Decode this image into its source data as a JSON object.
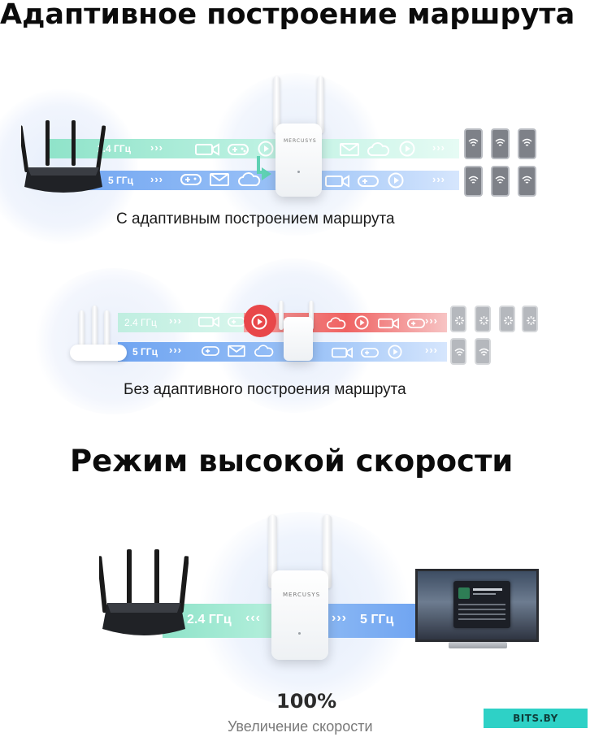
{
  "section1": {
    "title": "Адаптивное построение маршрута",
    "band_24": "2.4 ГГц",
    "band_5": "5 ГГц",
    "extender_brand": "MERCUSYS",
    "caption": "С адаптивным построением маршрута"
  },
  "section2": {
    "band_24": "2.4 ГГц",
    "band_5": "5 ГГц",
    "caption": "Без адаптивного построения маршрута"
  },
  "section3": {
    "title": "Режим высокой скорости",
    "band_24": "2.4 ГГц",
    "band_5": "5 ГГц",
    "extender_brand": "MERCUSYS",
    "percent": "100%",
    "speed_caption": "Увеличение скорости"
  },
  "watermark": "BITS.BY",
  "colors": {
    "band_green": "#8fe3c9",
    "band_blue": "#6fa4f1",
    "band_red": "#ef6262",
    "badge": "#2ed1c6"
  },
  "icons": [
    "video-icon",
    "gamepad-icon",
    "play-icon",
    "mail-icon",
    "cloud-icon",
    "wifi-icon",
    "loading-icon",
    "arrow-down-icon"
  ]
}
